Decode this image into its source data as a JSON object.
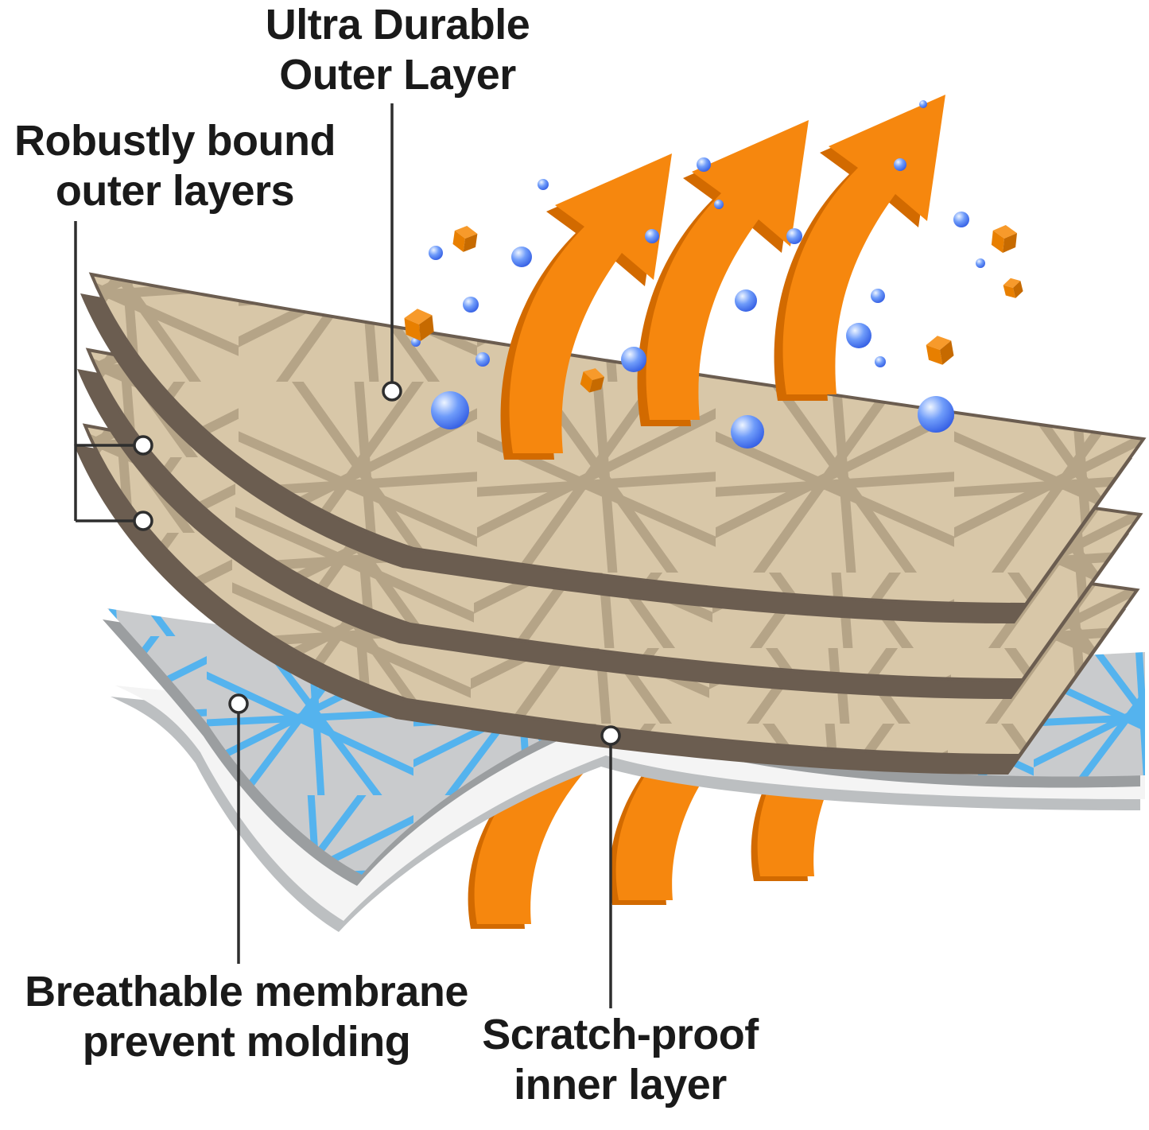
{
  "diagram": {
    "labels": {
      "ultra_durable": {
        "line1": "Ultra Durable",
        "line2": "Outer Layer"
      },
      "robust_bound": {
        "line1": "Robustly bound",
        "line2": "outer layers"
      },
      "breathable": {
        "line1": "Breathable membrane",
        "line2": "prevent molding"
      },
      "scratch_proof": {
        "line1": "Scratch-proof",
        "line2": "inner layer"
      }
    },
    "elements": {
      "airflow_arrows": "orange-airflow-arrow",
      "droplets": "water-droplet",
      "cubes": "dirt-particle-cube",
      "fabric_sheets": "woven-outer-fabric-layer",
      "membrane": "blue-breathable-membrane",
      "inner_layer": "white-inner-layer",
      "callouts": "label-pointer-line"
    },
    "colors": {
      "background": "#ffffff",
      "text": "#1a1a1a",
      "callout_line": "#2e2e2e",
      "arrow_orange": "#f6870e",
      "arrow_orange_dark": "#d26a00",
      "fabric_tan": "#d8c7a8",
      "fabric_strand": "#b2a084",
      "fabric_edge": "#6b5d50",
      "membrane_gray": "#c9cbcd",
      "membrane_strand_blue": "#4eb2f1",
      "membrane_edge": "#9b9ea0",
      "inner_white": "#f4f4f4",
      "inner_edge": "#bcbfc1",
      "droplet_light": "#eef5ff",
      "droplet_mid": "#6f9cfa",
      "droplet_dark": "#2b55e0",
      "cube_top": "#f79a2b",
      "cube_side_light": "#e87f00",
      "cube_side_dark": "#c66a00"
    }
  }
}
